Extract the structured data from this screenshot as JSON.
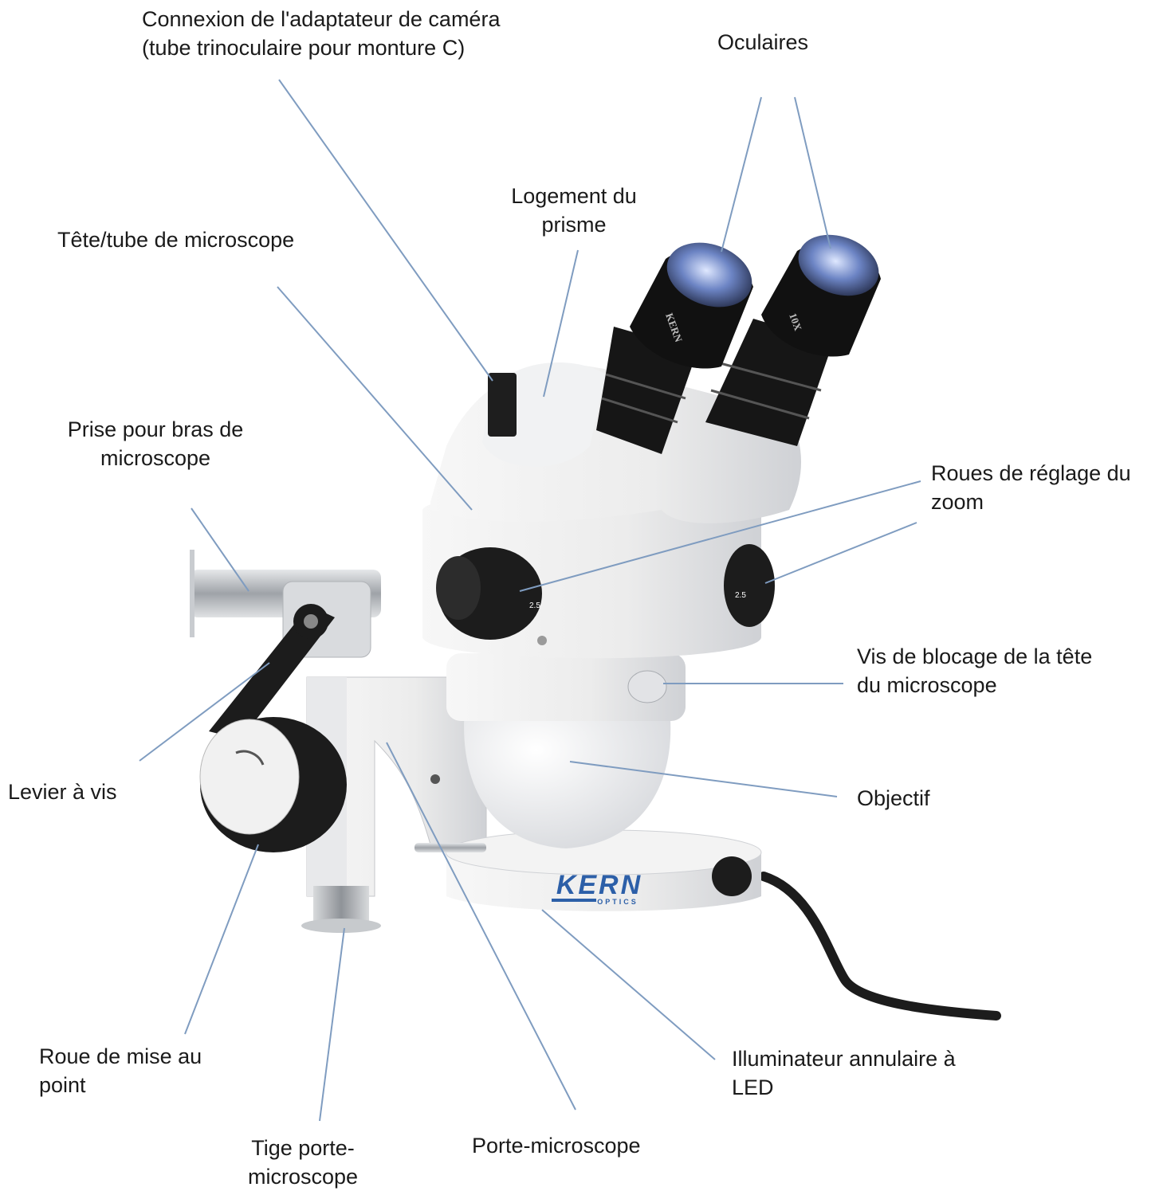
{
  "colors": {
    "leader": "#7f9cc0",
    "text": "#1a1a1a",
    "body_white": "#ececec",
    "body_shade": "#d2d4d8",
    "black_part": "#1c1c1c",
    "chrome": "#b9bcc0",
    "brand_blue": "#2c5fa8"
  },
  "labels": {
    "camera_adapter": "Connexion de l'adaptateur de caméra\n(tube trinoculaire pour monture C)",
    "eyepieces": "Oculaires",
    "prism_housing": "Logement du\nprisme",
    "head_tube": "Tête/tube de microscope",
    "arm_socket": "Prise pour bras de\nmicroscope",
    "zoom_wheels": "Roues de réglage du\nzoom",
    "head_lock_screw": "Vis de blocage de la tête\ndu microscope",
    "screw_lever": "Levier à vis",
    "objective": "Objectif",
    "focus_wheel": "Roue de mise au\npoint",
    "led_ring": "Illuminateur annulaire à\nLED",
    "holder_rod": "Tige porte-\nmicroscope",
    "holder": "Porte-microscope"
  },
  "device_text": {
    "brand": "KERN",
    "brand_sub": "OPTICS",
    "eyepiece_brand": "KERN",
    "eyepiece_mag": "10X",
    "zoom_mark": "2.5"
  }
}
